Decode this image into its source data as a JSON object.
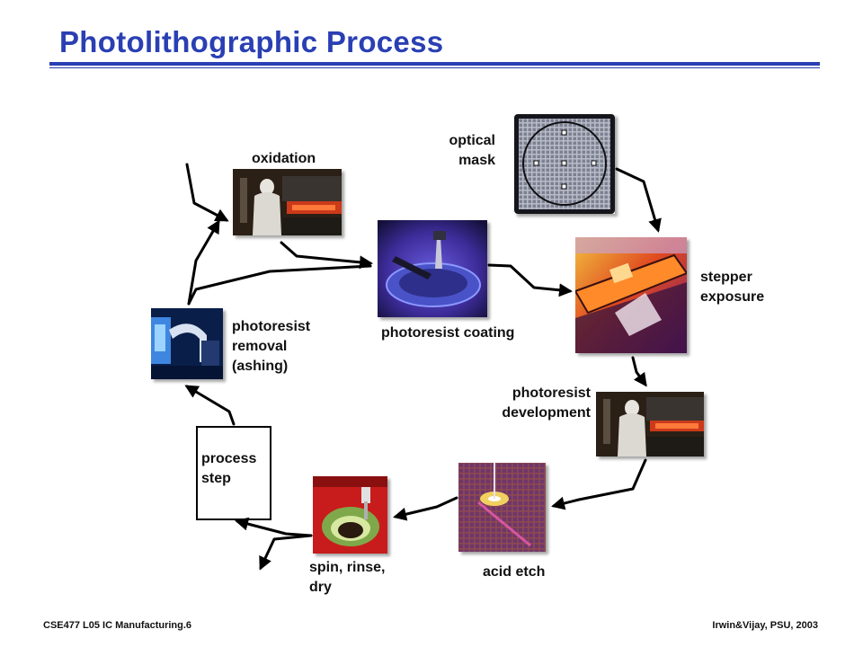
{
  "slide": {
    "title": "Photolithographic Process"
  },
  "labels": {
    "oxidation": "oxidation",
    "optical_mask": "optical\nmask",
    "stepper_exposure": "stepper\nexposure",
    "photoresist_coating": "photoresist coating",
    "photoresist_removal": "photoresist\nremoval\n(ashing)",
    "photoresist_development": "photoresist\ndevelopment",
    "process_step": "process\nstep",
    "acid_etch": "acid etch",
    "spin_rinse_dry": "spin, rinse,\ndry"
  },
  "footer": {
    "left": "CSE477  L05 IC Manufacturing.6",
    "right": "Irwin&Vijay, PSU, 2003"
  }
}
